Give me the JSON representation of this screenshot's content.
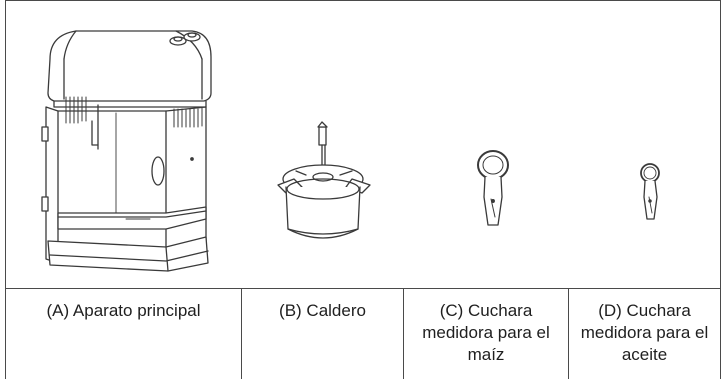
{
  "parts": [
    {
      "label": "(A) Aparato principal"
    },
    {
      "label": "(B) Caldero"
    },
    {
      "label": "(C) Cuchara medidora para el maíz"
    },
    {
      "label": "(D) Cuchara medidora para el aceite"
    }
  ]
}
